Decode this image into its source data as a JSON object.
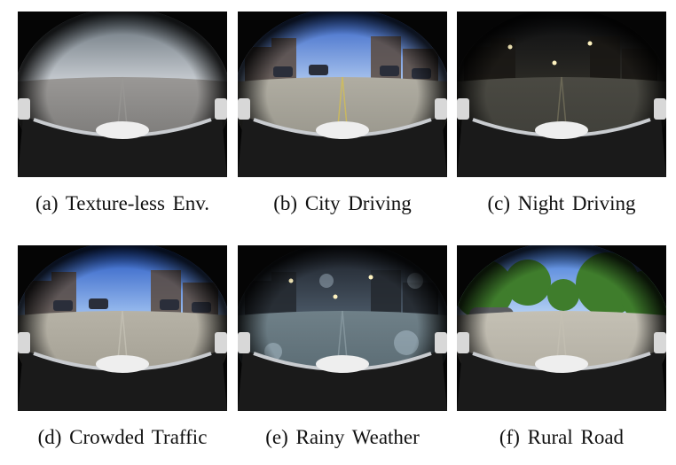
{
  "figure": {
    "panels": [
      {
        "caption": "(a) Texture-less Env.",
        "scene": "texture-less",
        "colors": {
          "sky_top": "#5f6a73",
          "sky_bottom": "#c8cdd2",
          "road": "#6b6a68",
          "road_far": "#9a9896",
          "marking": "#9a9896"
        }
      },
      {
        "caption": "(b) City Driving",
        "scene": "city",
        "colors": {
          "sky_top": "#2f5ec4",
          "sky_bottom": "#a9c4ee",
          "road": "#8c8a80",
          "road_far": "#b0ada2",
          "marking": "#d8c24a"
        }
      },
      {
        "caption": "(c) Night Driving",
        "scene": "night",
        "colors": {
          "sky_top": "#0c0d10",
          "sky_bottom": "#2b2a25",
          "road": "#3a3a35",
          "road_far": "#4a4942",
          "marking": "#7a7660"
        }
      },
      {
        "caption": "(d) Crowded Traffic",
        "scene": "crowded",
        "colors": {
          "sky_top": "#1f52c0",
          "sky_bottom": "#9dbff0",
          "road": "#9a968a",
          "road_far": "#b6b2a6",
          "marking": "#c8c4b8"
        }
      },
      {
        "caption": "(e) Rainy Weather",
        "scene": "rainy",
        "colors": {
          "sky_top": "#1b1f27",
          "sky_bottom": "#4a5866",
          "road": "#4f6068",
          "road_far": "#6f8088",
          "marking": "#8fa0a6"
        }
      },
      {
        "caption": "(f) Rural Road",
        "scene": "rural",
        "colors": {
          "sky_top": "#3d74d6",
          "sky_bottom": "#b6d2f4",
          "road": "#a9a59a",
          "road_far": "#c4c0b4",
          "marking": "#c4c0b4"
        }
      }
    ]
  }
}
